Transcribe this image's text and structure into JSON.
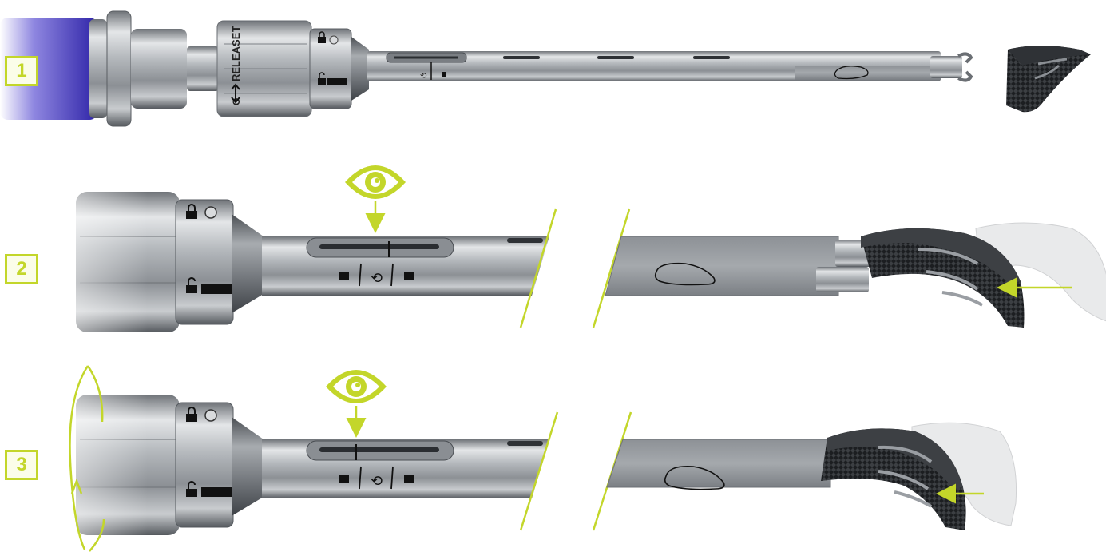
{
  "steps": [
    {
      "number": "1"
    },
    {
      "number": "2"
    },
    {
      "number": "3"
    }
  ],
  "handle_engraving": {
    "release": "RELEASE",
    "partial_top": "T",
    "partial_side": "O"
  },
  "accent_color": "#c3d62a",
  "handle_accent_color": "#3b2fb4",
  "icons": [
    "eye-icon",
    "arrow-down-icon",
    "lock-icon",
    "unlock-icon",
    "rotate-icon",
    "rotation-arrow-icon",
    "insertion-arrow-icon",
    "break-line-icon"
  ]
}
